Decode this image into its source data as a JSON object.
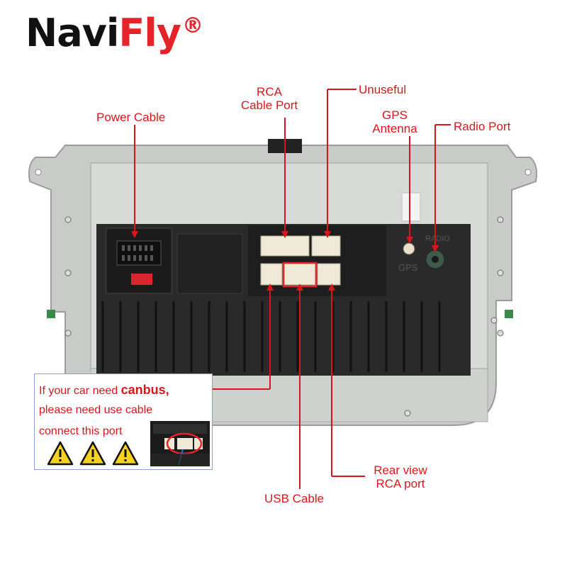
{
  "brand": {
    "name_part1": "Navi",
    "name_part2": "Fly",
    "registered_mark": "®"
  },
  "labels": {
    "power_cable": "Power Cable",
    "rca_line1": "RCA",
    "rca_line2": "Cable Port",
    "unuseful": "Unuseful",
    "gps_line1": "GPS",
    "gps_line2": "Antenna",
    "radio_port": "Radio Port",
    "rear_line1": "Rear view",
    "rear_line2": "RCA port",
    "usb_cable": "USB Cable"
  },
  "callout": {
    "line1_prefix": "If your car need ",
    "line1_strong": "canbus,",
    "line2": "please need use cable",
    "line3": "connect this port",
    "warning_icons": [
      "warning-triangle",
      "warning-triangle",
      "warning-triangle"
    ]
  },
  "device_markings": {
    "gps": "GPS",
    "radio": "RADIO"
  },
  "colors": {
    "accent_red": "#e3242b",
    "label_red": "#d9161c",
    "chassis_gray": "#c9cbc9",
    "panel_black": "#2a2a2a",
    "warning_yellow": "#f4d21f",
    "connector_ivory": "#efe9d8"
  }
}
